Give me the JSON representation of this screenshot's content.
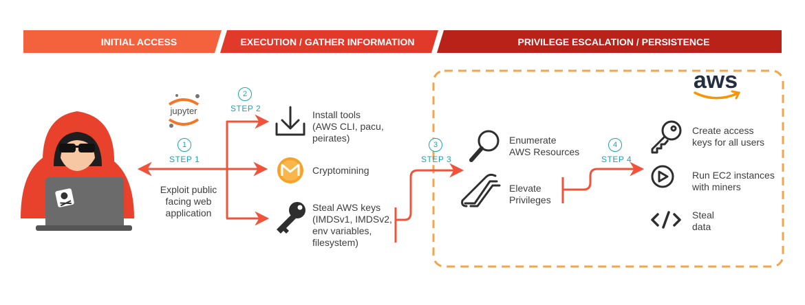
{
  "phases": [
    {
      "label": "INITIAL ACCESS",
      "color": "#f4623d"
    },
    {
      "label": "EXECUTION / GATHER INFORMATION",
      "color": "#e23a2a"
    },
    {
      "label": "PRIVILEGE ESCALATION / PERSISTENCE",
      "color": "#b92219"
    }
  ],
  "jupyter_logo_text": "jupyter",
  "aws_logo_text": "aws",
  "steps": [
    {
      "num": "1",
      "label": "STEP 1"
    },
    {
      "num": "2",
      "label": "STEP 2"
    },
    {
      "num": "3",
      "label": "STEP 3"
    },
    {
      "num": "4",
      "label": "STEP 4"
    }
  ],
  "initial_access_text": "Exploit public\nfacing web\napplication",
  "execution": {
    "install_tools": "Install tools\n(AWS CLI, pacu,\npeirates)",
    "cryptomining": "Cryptomining",
    "steal_keys": "Steal AWS keys\n(IMDSv1, IMDSv2,\nenv variables,\nfilesystem)"
  },
  "enumerate": "Enumerate\nAWS Resources",
  "elevate": "Elevate\nPrivileges",
  "persistence": {
    "access_keys": "Create access\nkeys for all users",
    "ec2": "Run EC2 instances\nwith miners",
    "steal_data": "Steal\ndata"
  },
  "colors": {
    "arrow": "#f0533a",
    "step": "#19a3b5",
    "aws_box": "#f5a449",
    "icon": "#2e2e2e",
    "monero": "#f7a12a"
  }
}
